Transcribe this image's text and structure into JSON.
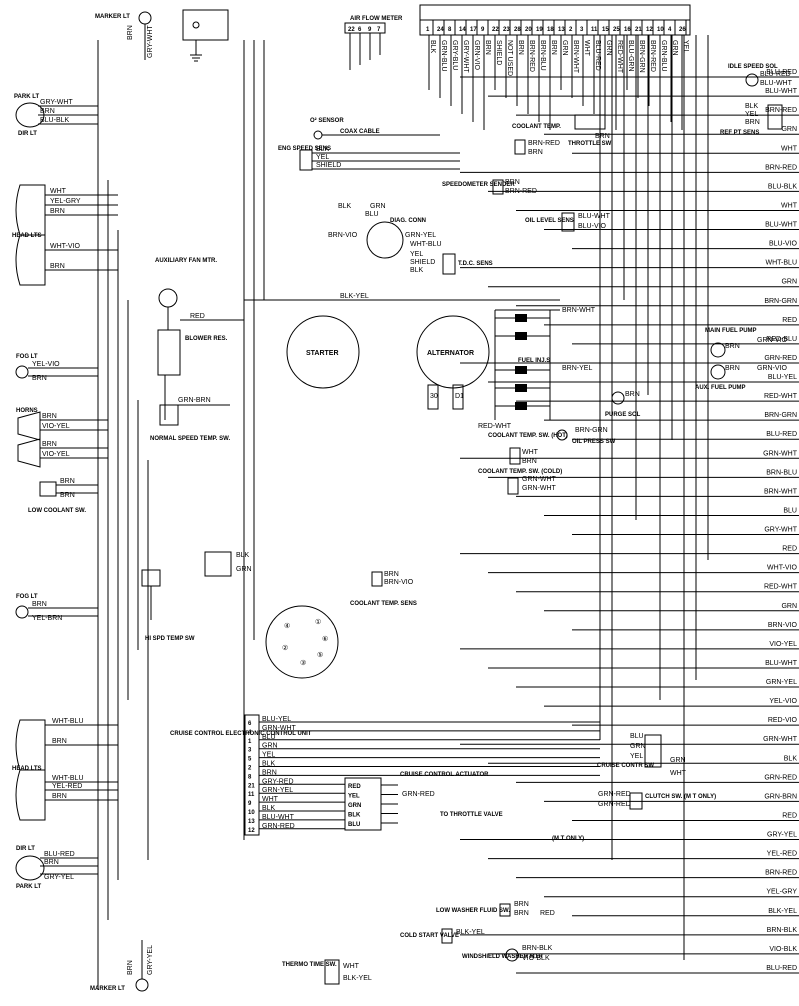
{
  "top_connector": {
    "pins": [
      "1",
      "24",
      "8",
      "14",
      "17",
      "9",
      "22",
      "23",
      "28",
      "20",
      "19",
      "18",
      "13",
      "2",
      "3",
      "11",
      "15",
      "25",
      "16",
      "21",
      "12",
      "10",
      "4",
      "26"
    ],
    "wires": [
      "BLK",
      "GRN-BLU",
      "GRY-BLU",
      "GRY-WHT",
      "GRN-VIO",
      "BRN",
      "SHIELD",
      "NOT USED",
      "BRN",
      "BRN-RED",
      "BRN-BLU",
      "BRN",
      "GRN",
      "BRN-WHT",
      "WHT",
      "BLU-RED",
      "GRN",
      "RED-WHT",
      "BLU-GRN",
      "BRN-GRN",
      "BRN-RED",
      "GRN-BLU",
      "GRN",
      "YEL"
    ]
  },
  "components": {
    "marker_lt_top": "MARKER LT",
    "park_lt": "PARK LT",
    "dir_lt": "DIR LT",
    "head_lts_top": "HEAD LTS",
    "aux_fan_mtr": "AUXILIARY FAN MTR.",
    "blower_res": "BLOWER RES.",
    "normal_speed_sw": "NORMAL SPEED TEMP. SW.",
    "fog_lt_1": "FOG LT",
    "horns": "HORNS",
    "low_coolant": "LOW COOLANT SW.",
    "fog_lt_2": "FOG LT",
    "hi_spd_sw": "HI SPD TEMP SW",
    "head_lts_bottom": "HEAD LTS",
    "cruise_ecu": "CRUISE CONTROL ELECTRONIC CONTROL UNIT",
    "dir_lt_bottom": "DIR LT",
    "park_lt_bottom": "PARK LT",
    "marker_lt_bottom": "MARKER LT",
    "air_flow_meter": "AIR FLOW METER",
    "o2_sensor": "O² SENSOR",
    "coax_cable": "COAX CABLE",
    "eng_speed_sens": "ENG SPEED SENS",
    "coolant_temp": "COOLANT TEMP.",
    "throttle_sw": "THROTTLE SW",
    "idle_speed_sol": "IDLE SPEED SOL",
    "ref_pt_sens": "REF PT SENS",
    "speedometer_sender": "SPEEDOMETER SENDER",
    "diag_conn": "DIAG. CONN",
    "oil_level_sens": "OIL LEVEL SENS",
    "tdc_sens": "T.D.C. SENS",
    "starter": "STARTER",
    "alternator": "ALTERNATOR",
    "fuel_inj": "FUEL INJ.S",
    "main_fuel_pump": "MAIN FUEL PUMP",
    "aux_fuel_pump": "AUX. FUEL PUMP",
    "purge_sol": "PURGE SOL",
    "coolant_temp_sw_hot": "COOLANT TEMP. SW. (HOT)",
    "oil_press_sw": "OIL PRESS SW",
    "coolant_temp_sw_cold": "COOLANT TEMP. SW. (COLD)",
    "coolant_temp_sens": "COOLANT TEMP. SENS",
    "cruise_actuator": "CRUISE CONTROL ACTUATOR",
    "to_throttle_valve": "TO THROTTLE VALVE",
    "cruise_contr_sw": "CRUISE CONTR SW",
    "clutch_sw": "CLUTCH SW. (M T ONLY)",
    "mt_only": "(M T ONLY)",
    "low_washer_sw": "LOW WASHER FLUID SW.",
    "cold_start_valve": "COLD START VALVE",
    "windshield_washer": "WINDSHIELD WASHER MTR",
    "thermo_time_sw": "THERMO TIME SW."
  },
  "right_edge_labels": [
    "BLU-RED",
    "BLU-WHT",
    "BRN-RED",
    "GRN",
    "WHT",
    "BRN-RED",
    "BLU-BLK",
    "WHT",
    "BLU-WHT",
    "BLU-VIO",
    "WHT-BLU",
    "GRN",
    "BRN-GRN",
    "RED",
    "RED-BLU",
    "GRN-RED",
    "BLU-YEL",
    "RED-WHT",
    "BRN-GRN",
    "BLU-RED",
    "GRN-WHT",
    "BRN-BLU",
    "BRN-WHT",
    "BLU",
    "GRY-WHT",
    "RED",
    "WHT-VIO",
    "RED-WHT",
    "GRN",
    "BRN-VIO",
    "VIO-YEL",
    "BLU-WHT",
    "GRN-YEL",
    "YEL-VIO",
    "RED-VIO",
    "GRN-WHT",
    "BLK",
    "GRN-RED",
    "GRN-BRN",
    "RED",
    "GRY-YEL",
    "YEL-RED",
    "BRN-RED",
    "YEL-GRY",
    "BLK-YEL",
    "BRN-BLK",
    "VIO-BLK",
    "BLU-RED"
  ],
  "cruise_ecu_pins": [
    {
      "pin": "6",
      "wire": "BLU-YEL"
    },
    {
      "pin": "4",
      "wire": "GRN-WHT"
    },
    {
      "pin": "1",
      "wire": "BLU"
    },
    {
      "pin": "3",
      "wire": "GRN"
    },
    {
      "pin": "5",
      "wire": "YEL"
    },
    {
      "pin": "2",
      "wire": "BLK"
    },
    {
      "pin": "8",
      "wire": "BRN"
    },
    {
      "pin": "21",
      "wire": "GRY-RED"
    },
    {
      "pin": "11",
      "wire": "GRN-YEL"
    },
    {
      "pin": "9",
      "wire": "WHT"
    },
    {
      "pin": "10",
      "wire": "BLK"
    },
    {
      "pin": "13",
      "wire": "BLU-WHT"
    },
    {
      "pin": "12",
      "wire": "GRN-RED"
    }
  ],
  "actuator_pins": [
    "RED",
    "YEL",
    "GRN",
    "BLK",
    "BLU"
  ]
}
